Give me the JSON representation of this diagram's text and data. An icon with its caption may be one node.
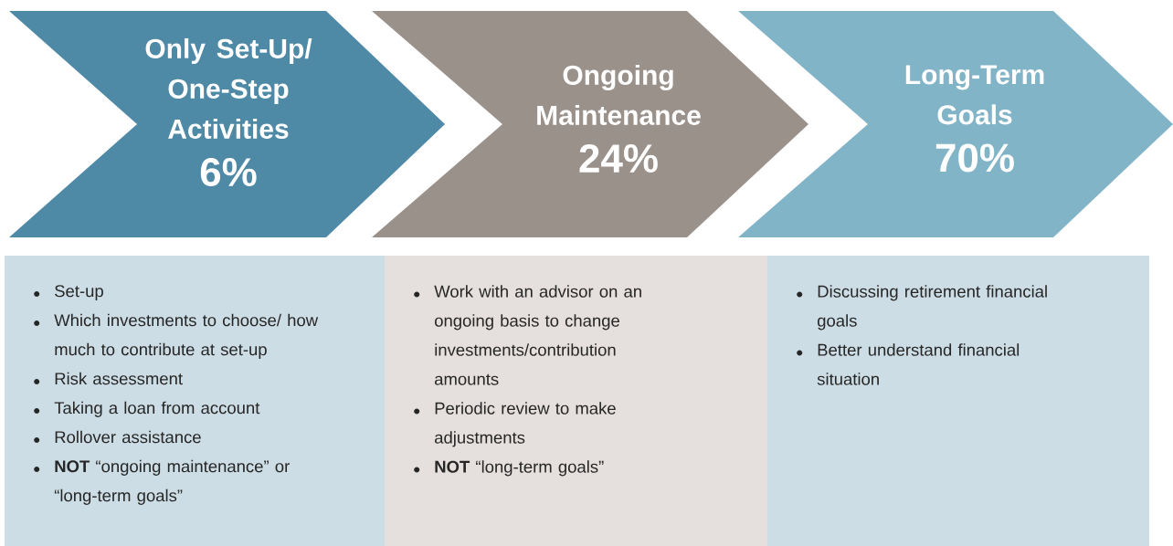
{
  "diagram": {
    "nodes": [
      {
        "text": [
          "Only Set-Up/ One-Step Activities",
          "6%"
        ]
      },
      {
        "text": [
          "Ongoing Maintenance",
          "24%"
        ]
      },
      {
        "text": [
          "Long-Term Goals",
          "70%"
        ]
      },
      {
        "text": [
          "Set-up",
          "Which investments to choose/ how much to contribute at set-up",
          "Risk assessment",
          "Taking a loan from account",
          "Rollover assistance",
          "**NOT** “ongoing maintenance” or “long-term goals”"
        ]
      },
      {
        "text": [
          "Work with an advisor on an ongoing basis to change investments/contribution amounts",
          "Periodic review to make adjustments",
          "**NOT** “long-term goals”"
        ]
      },
      {
        "text": [
          "Discussing retirement financial goals",
          "Better understand financial situation"
        ]
      }
    ]
  }
}
